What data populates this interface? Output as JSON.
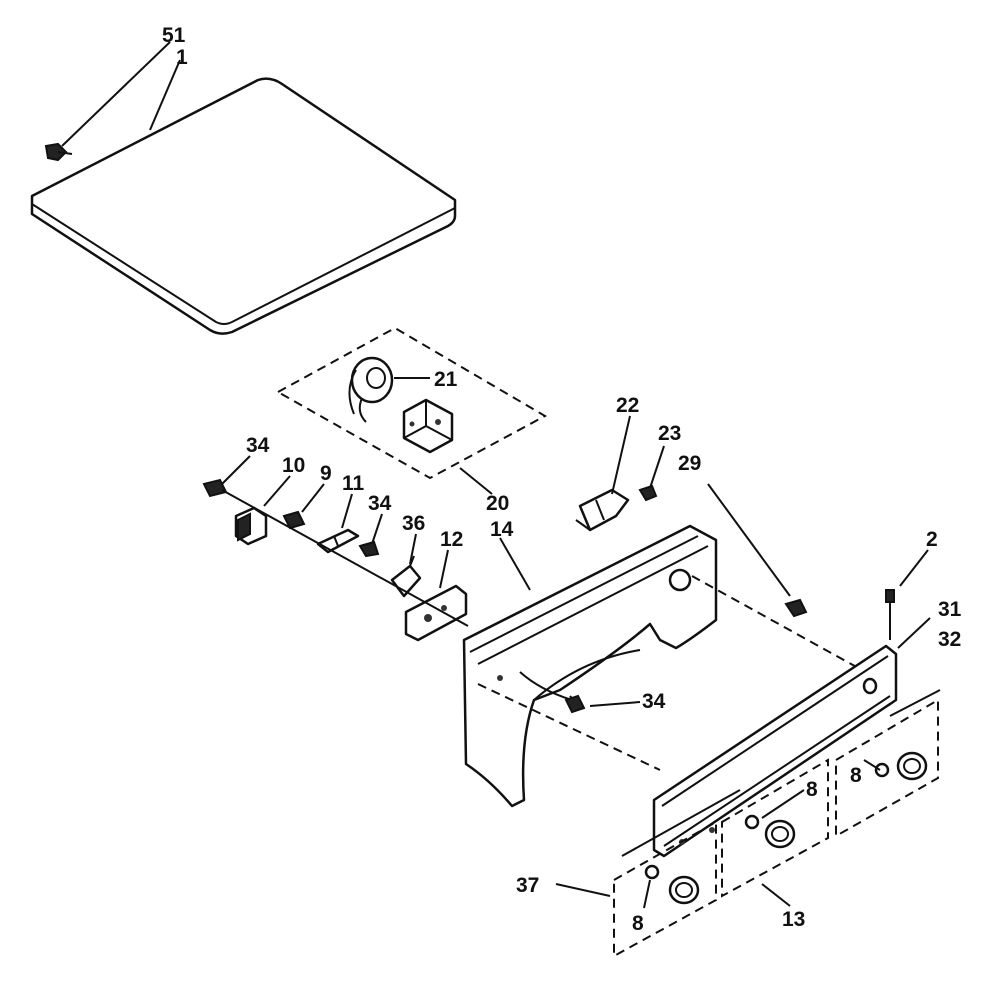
{
  "callouts": [
    {
      "key": "c51",
      "text": "51"
    },
    {
      "key": "c1",
      "text": "1"
    },
    {
      "key": "c21",
      "text": "21"
    },
    {
      "key": "c22",
      "text": "22"
    },
    {
      "key": "c23",
      "text": "23"
    },
    {
      "key": "c29",
      "text": "29"
    },
    {
      "key": "c34a",
      "text": "34"
    },
    {
      "key": "c10",
      "text": "10"
    },
    {
      "key": "c9",
      "text": "9"
    },
    {
      "key": "c11",
      "text": "11"
    },
    {
      "key": "c34b",
      "text": "34"
    },
    {
      "key": "c36",
      "text": "36"
    },
    {
      "key": "c12",
      "text": "12"
    },
    {
      "key": "c14",
      "text": "14"
    },
    {
      "key": "c20",
      "text": "20"
    },
    {
      "key": "c2",
      "text": "2"
    },
    {
      "key": "c31",
      "text": "31"
    },
    {
      "key": "c32",
      "text": "32"
    },
    {
      "key": "c34c",
      "text": "34"
    },
    {
      "key": "c8a",
      "text": "8"
    },
    {
      "key": "c8b",
      "text": "8"
    },
    {
      "key": "c37",
      "text": "37"
    },
    {
      "key": "c8c",
      "text": "8"
    },
    {
      "key": "c13",
      "text": "13"
    }
  ]
}
